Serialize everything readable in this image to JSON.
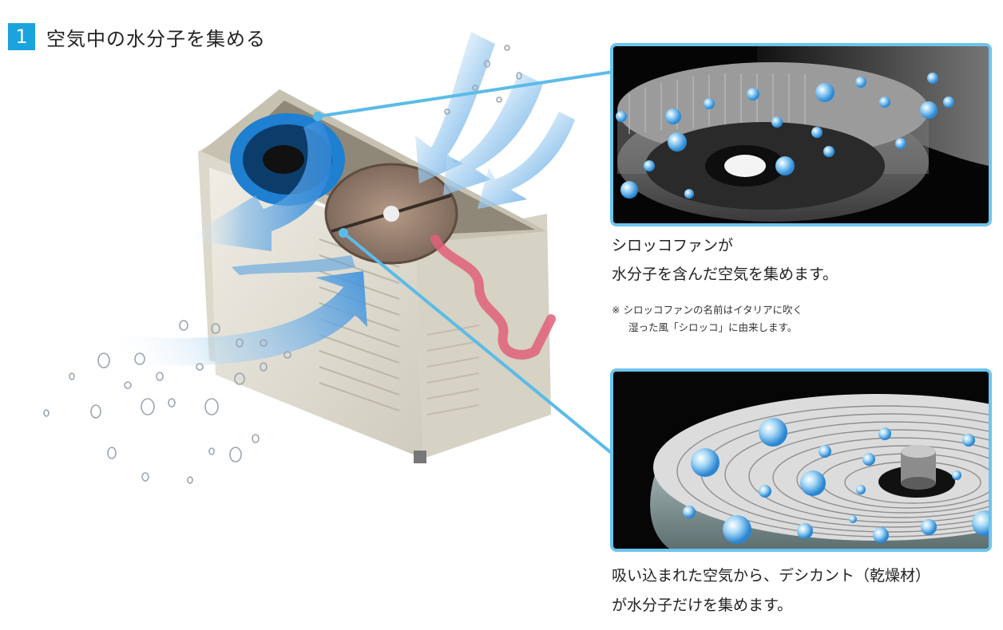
{
  "step": {
    "number": "1",
    "title": "空気中の水分子を集める"
  },
  "fan_panel": {
    "caption_line1": "シロッコファンが",
    "caption_line2": "水分子を含んだ空気を集めます。",
    "note_line1": "※ シロッコファンの名前はイタリアに吹く",
    "note_line2": "湿った風「シロッコ」に由来します。"
  },
  "desiccant_panel": {
    "caption_line1": "吸い込まれた空気から、デシカント（乾燥材）",
    "caption_line2": "が水分子だけを集めます。"
  },
  "colors": {
    "accent": "#1aa3dd",
    "callout_line": "#5bbbe8",
    "inset_border": "#6cc4ec",
    "airflow": "#3b8fd8",
    "refrigerant_pipe": "#e0607a",
    "unit_casing": "#e4e1d6"
  }
}
